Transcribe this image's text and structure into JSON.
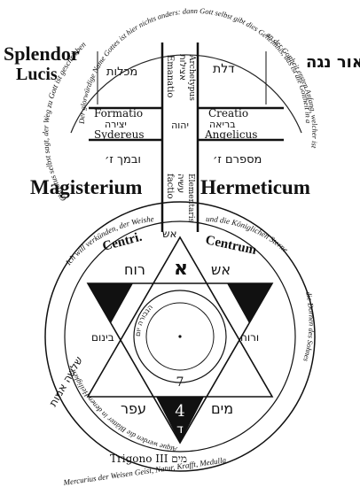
{
  "top_left": {
    "line1": "Splendor",
    "line2": "Lucis"
  },
  "top_right": {
    "hebrew": "אור נגה"
  },
  "upper_arc_text": "Der glorwürdige Name Gottes ist hier nichts anders: dann Gott selbst gibt dies Geheimnis, das ist die Gottheit in allen Dingen",
  "left_arc_text": "Christus selbst sagt, der Weg zu Gott ist geschrieben",
  "right_arc_text": "an der Gottheit ersten Anfang, welcher ist",
  "cross": {
    "top_left_cell": "מכלות",
    "top_right_cell": "דלת",
    "center_top": {
      "hebrew": "אצילות",
      "line1": "Emanatio",
      "line2": "Archetypus"
    },
    "mid_left": {
      "line1": "Formatio",
      "hebrew": "יצירה",
      "line2": "Sydereus"
    },
    "mid_center": "יהוה",
    "mid_right": {
      "line1": "Creatio",
      "hebrew": "בריאה",
      "line2": "Angelicus"
    },
    "low_left": "ובמך ז׳",
    "low_right": "מספרם ז׳",
    "center_bottom": {
      "line1": "factio",
      "hebrew": "עשיה",
      "line2": "Elementaris"
    }
  },
  "band": {
    "left": "Magisterium",
    "right": "Hermeticum"
  },
  "lower_arc_left": "Ich will verkünden, der Weisheit Licht",
  "lower_arc_right": "und die Königlichen Sterne",
  "centri": "Centri.",
  "centrum": "Centrum",
  "hex_labels": {
    "top_label": "אש",
    "aleph": "א",
    "left_top": "רוח",
    "right_top": "אש",
    "left_mid": "בינום",
    "right_mid": "ורוח",
    "left_bottom": "עפר",
    "right_bottom": "מים",
    "bottom_number": "4",
    "bottom_letter": "ד",
    "center_number": "7",
    "star_inner_hebrew": "הגבורה יום",
    "ring_hebrew": "שלשה אמות",
    "ring_bottom": "Trigono III מים",
    "circle_text_left": "Atque werden die Blätter in denen Heiligkeit",
    "circle_text_right": "die Dornen des Sohnes",
    "bottom_script": "Mercurius der Weisen Geist, Natur, Krafft, Medulla"
  }
}
